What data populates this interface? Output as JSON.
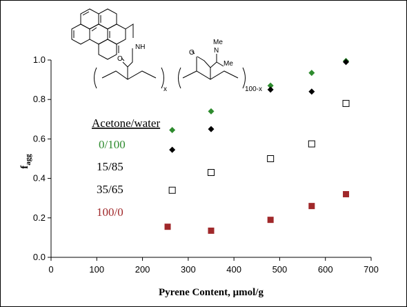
{
  "chart_data": {
    "type": "scatter",
    "xlabel": "Pyrene Content, μmol/g",
    "ylabel_main": "f",
    "ylabel_sub": "agg",
    "xlim": [
      0,
      700
    ],
    "ylim": [
      0,
      1.0
    ],
    "x_ticks": [
      "0",
      "100",
      "200",
      "300",
      "400",
      "500",
      "600",
      "700"
    ],
    "y_ticks": [
      "0.0",
      "0.2",
      "0.4",
      "0.6",
      "0.8",
      "1.0"
    ],
    "grid": false,
    "legend_title": "Acetone/water",
    "series": [
      {
        "name": "0/100",
        "color": "#2e8b2e",
        "marker": "diamond",
        "points": [
          [
            265,
            0.645
          ],
          [
            350,
            0.74
          ],
          [
            480,
            0.87
          ],
          [
            570,
            0.935
          ],
          [
            645,
            0.995
          ]
        ]
      },
      {
        "name": "15/85",
        "color": "#000000",
        "marker": "diamond",
        "points": [
          [
            265,
            0.545
          ],
          [
            350,
            0.65
          ],
          [
            480,
            0.85
          ],
          [
            570,
            0.84
          ],
          [
            645,
            0.99
          ]
        ]
      },
      {
        "name": "35/65",
        "color": "#000000",
        "marker": "open-square",
        "points": [
          [
            265,
            0.34
          ],
          [
            350,
            0.43
          ],
          [
            480,
            0.5
          ],
          [
            570,
            0.575
          ],
          [
            645,
            0.78
          ]
        ]
      },
      {
        "name": "100/0",
        "color": "#a0282a",
        "marker": "square",
        "points": [
          [
            255,
            0.155
          ],
          [
            350,
            0.135
          ],
          [
            480,
            0.19
          ],
          [
            570,
            0.26
          ],
          [
            645,
            0.32
          ]
        ]
      }
    ],
    "structure_labels": {
      "nh": "NH",
      "o1": "O",
      "o2": "O",
      "n": "N",
      "me1": "Me",
      "me2": "Me",
      "x": "x",
      "y": "100-x"
    }
  }
}
